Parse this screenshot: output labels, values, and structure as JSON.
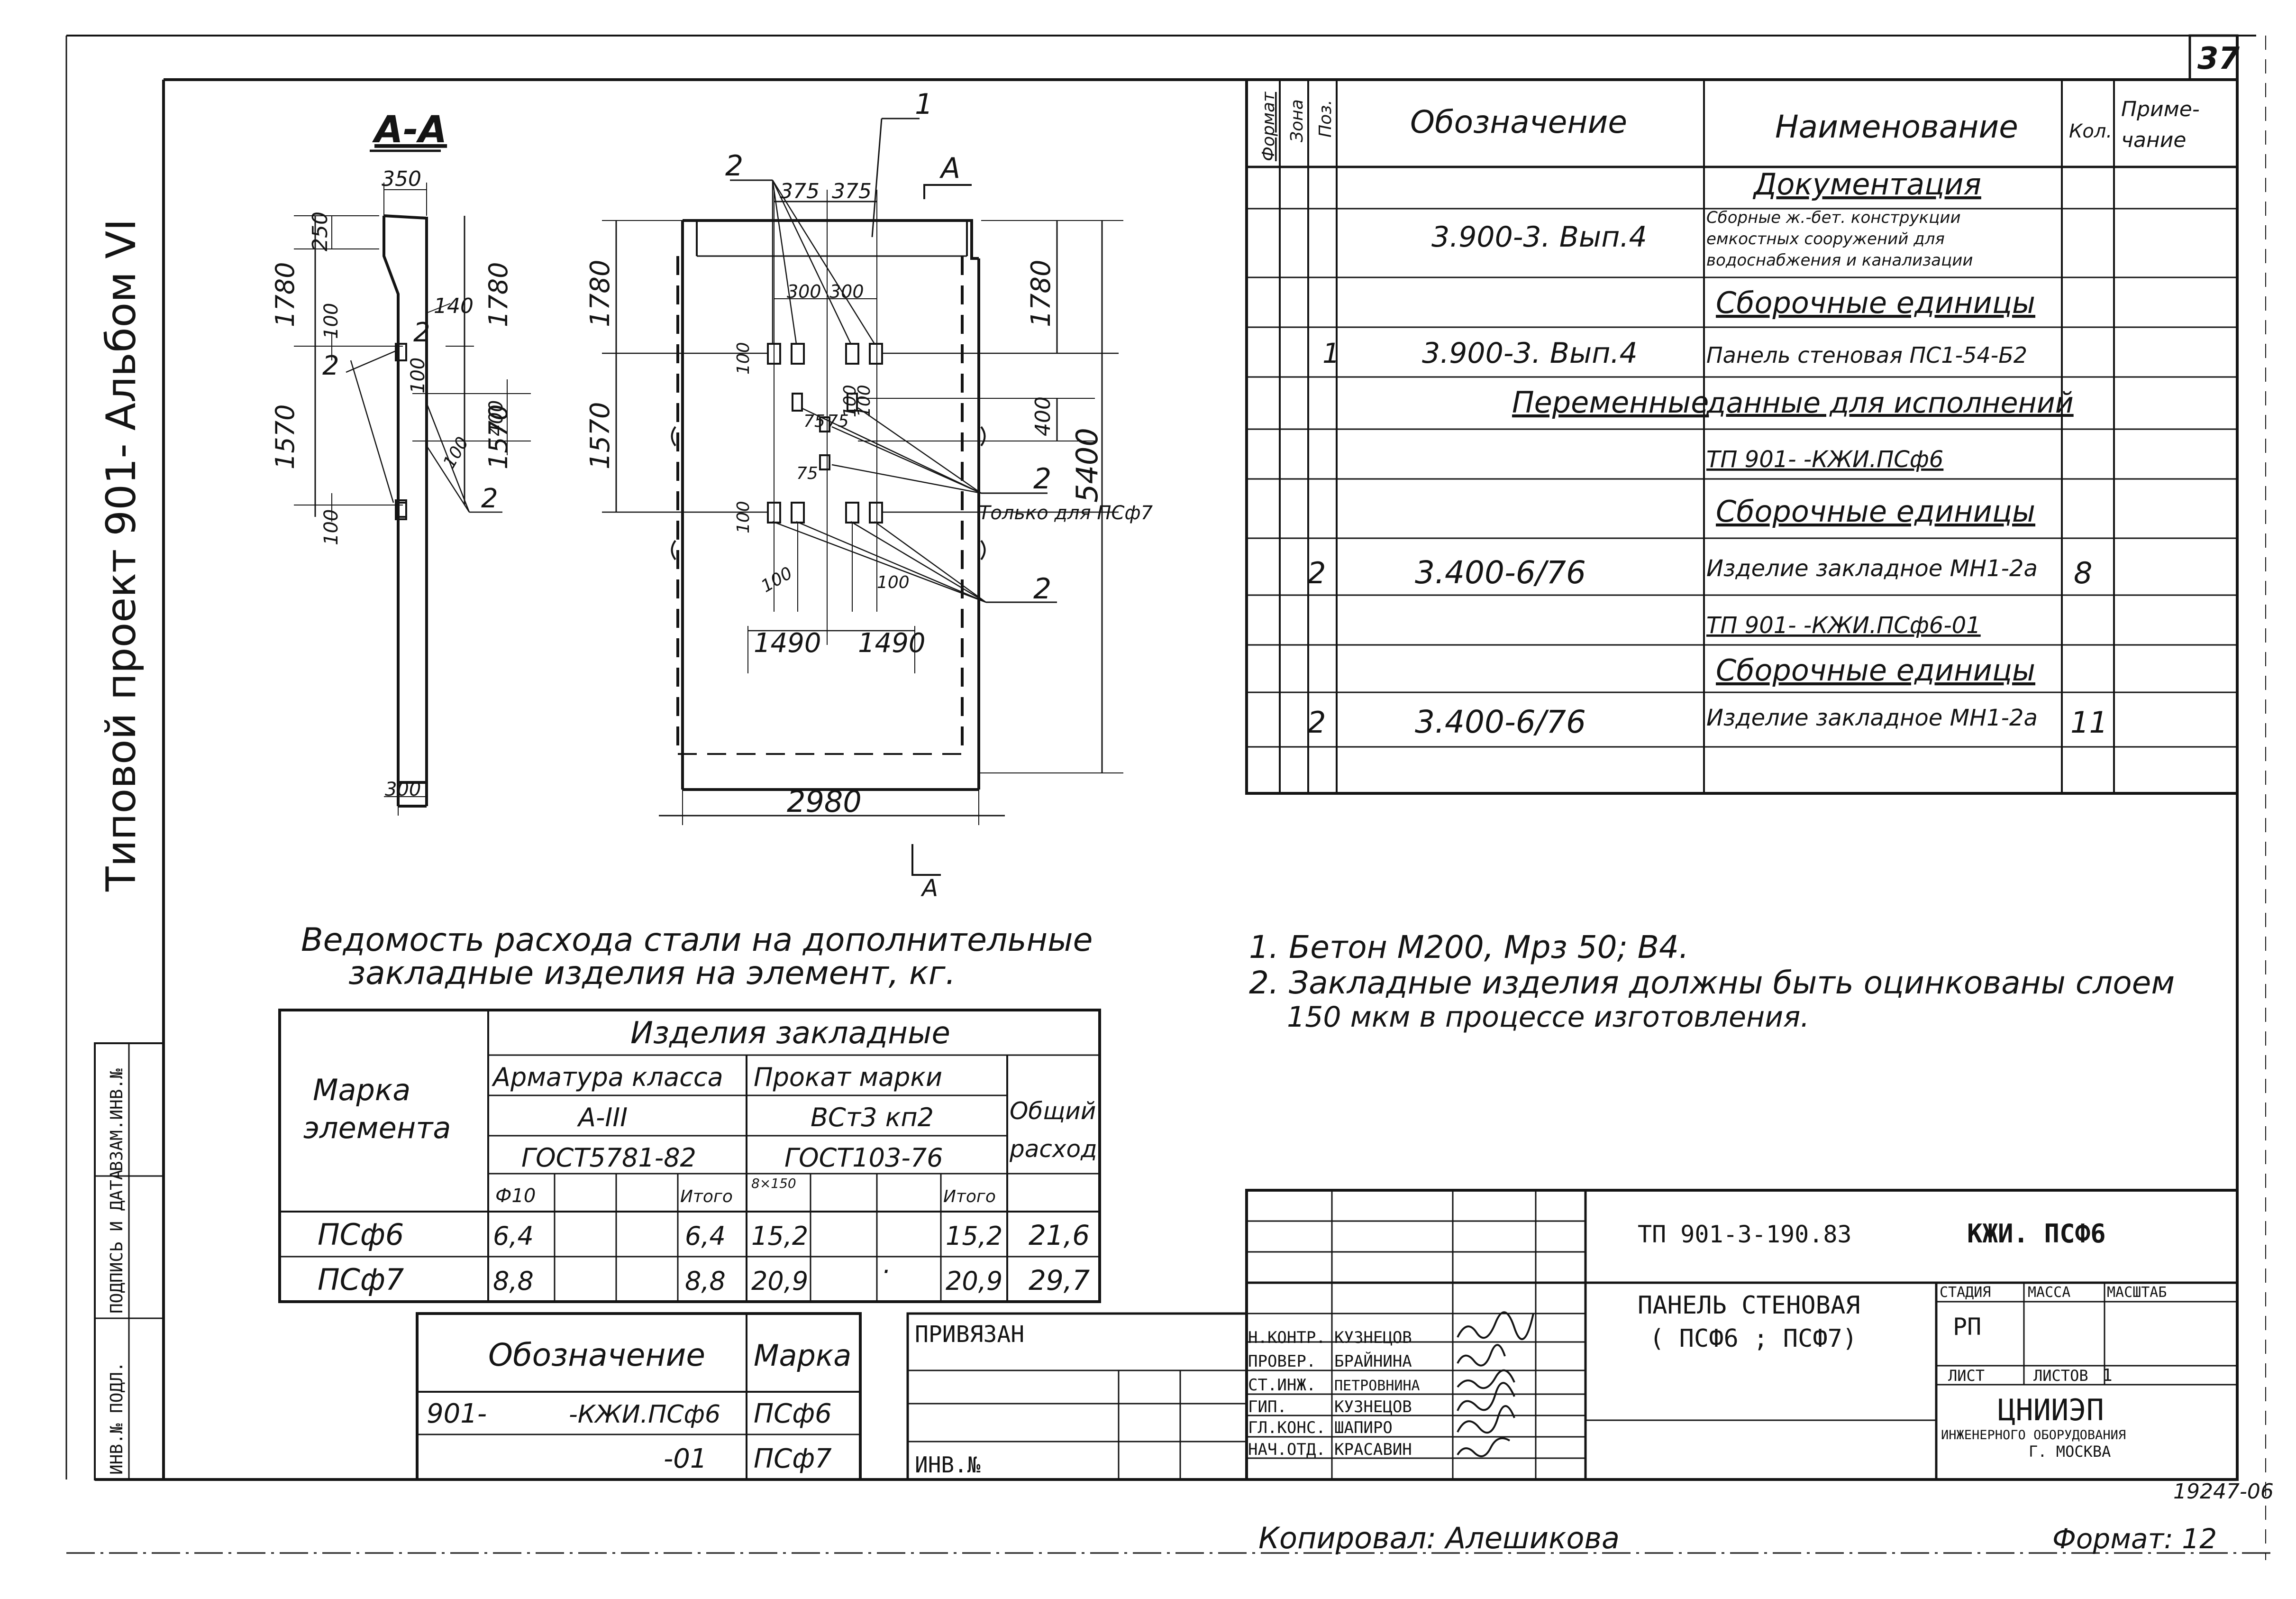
{
  "sheet": {
    "number": "37",
    "album_label": "Типовой проект 901-     Альбом VI",
    "bottom_left_stamp": [
      "ИНВ.№ ПОДЛ.",
      "ПОДПИСЬ И ДАТА",
      "ВЗАМ.ИНВ.№"
    ],
    "archive_number": "19247-06",
    "copied_by": "Копировал: Алешикова",
    "format": "Формат: 12"
  },
  "section_drawing": {
    "title": "А-А",
    "dims": [
      "350",
      "250",
      "1780",
      "100",
      "140",
      "1780",
      "1570",
      "100",
      "400",
      "100",
      "1570",
      "100",
      "300"
    ],
    "leaders": [
      "2",
      "2",
      "2"
    ]
  },
  "elevation_drawing": {
    "dims_top": [
      "375",
      "375"
    ],
    "dims_inner": [
      "300",
      "300",
      "100",
      "100",
      "75",
      "75",
      "75",
      "100",
      "100",
      "100",
      "100"
    ],
    "dims_left": [
      "1780",
      "1570"
    ],
    "dims_right": [
      "1780",
      "400",
      "5400"
    ],
    "dims_bottom": [
      "1490",
      "1490",
      "2980"
    ],
    "callouts": [
      "1",
      "2",
      "2",
      "2"
    ],
    "section_marker": "А",
    "note": "Только для ПСф7"
  },
  "spec_table": {
    "headers": [
      "Формат",
      "Зона",
      "Поз.",
      "Обозначение",
      "Наименование",
      "Кол.",
      "Примечание"
    ],
    "rows": [
      {
        "poz": "",
        "designation": "",
        "name": "Документация",
        "qty": "",
        "kind": "section"
      },
      {
        "poz": "",
        "designation": "3.900-3. Вып.4",
        "name": "Сборные ж.-бет. конструкции емкостных сооружений для водоснабжения и канализации",
        "qty": "",
        "kind": "item"
      },
      {
        "poz": "",
        "designation": "",
        "name": "Сборочные единицы",
        "qty": "",
        "kind": "section"
      },
      {
        "poz": "1",
        "designation": "3.900-3. Вып.4",
        "name": "Панель стеновая ПС1-54-Б2",
        "qty": "",
        "kind": "item"
      },
      {
        "poz": "",
        "designation": "Переменные",
        "name": "данные для исполнений",
        "qty": "",
        "kind": "section"
      },
      {
        "poz": "",
        "designation": "",
        "name": "ТП 901-      -КЖИ.ПСф6",
        "qty": "",
        "kind": "section"
      },
      {
        "poz": "",
        "designation": "",
        "name": "Сборочные единицы",
        "qty": "",
        "kind": "section"
      },
      {
        "poz": "2",
        "designation": "3.400-6/76",
        "name": "Изделие закладное    МН1-2а",
        "qty": "8",
        "kind": "item"
      },
      {
        "poz": "",
        "designation": "",
        "name": "ТП 901-      -КЖИ.ПСф6-01",
        "qty": "",
        "kind": "section"
      },
      {
        "poz": "",
        "designation": "",
        "name": "Сборочные единицы",
        "qty": "",
        "kind": "section"
      },
      {
        "poz": "2",
        "designation": "3.400-6/76",
        "name": "Изделие закладное    МН1-2а",
        "qty": "11",
        "kind": "item"
      },
      {
        "poz": "",
        "designation": "",
        "name": "",
        "qty": "",
        "kind": "item"
      }
    ]
  },
  "notes": {
    "items": [
      "1. Бетон М200, Мрз 50; В4.",
      "2. Закладные изделия должны быть оцинкованы слоем",
      "150 мкм в процессе изготовления."
    ]
  },
  "steel_table": {
    "title_line1": "Ведомость расхода стали на дополнительные",
    "title_line2": "закладные изделия на элемент, кг.",
    "header_group": "Изделия закладные",
    "col_mark": "Марка элемента",
    "armatura": "Арматура класса",
    "armatura_class": "А-III",
    "armatura_gost": "ГОСТ5781-82",
    "prokat": "Прокат марки",
    "prokat_mark": "ВСт3 кп2",
    "prokat_gost": "ГОСТ103-76",
    "total_col": "Общий расход",
    "sub_phi": "Ф10",
    "sub_itogo": "Итого",
    "sub_prof": "8×150",
    "sub_itogo2": "Итого",
    "rows": [
      {
        "mark": "ПСф6",
        "phi": "6,4",
        "itogo": "6,4",
        "prof": "15,2",
        "itogo2": "15,2",
        "total": "21,6",
        "dot": ""
      },
      {
        "mark": "ПСф7",
        "phi": "8,8",
        "itogo": "8,8",
        "prof": "20,9",
        "itogo2": "20,9",
        "total": "29,7",
        "dot": "·"
      }
    ]
  },
  "mark_table": {
    "headers": [
      "Обозначение",
      "Марка"
    ],
    "rows": [
      {
        "prefix": "901-",
        "designation": "-КЖИ.ПСф6",
        "mark": "ПСф6"
      },
      {
        "prefix": "",
        "designation": "-01",
        "mark": "ПСф7"
      }
    ]
  },
  "title_block": {
    "privyazan": "ПРИВЯЗАН",
    "inv_no": "ИНВ.№",
    "roles": [
      {
        "role": "Н.КОНТР.",
        "name": "КУЗНЕЦОВ"
      },
      {
        "role": "ПРОВЕР.",
        "name": "БРАЙНИНА"
      },
      {
        "role": "СТ.ИНЖ.",
        "name": "ПЕТРОВНИНА"
      },
      {
        "role": "ГИП.",
        "name": "КУЗНЕЦОВ"
      },
      {
        "role": "ГЛ.КОНС.",
        "name": "ШАПИРО"
      },
      {
        "role": "НАЧ.ОТД.",
        "name": "КРАСАВИН"
      }
    ],
    "doc_code": "ТП 901-3-190.83",
    "doc_mark": "КЖИ. ПСФ6",
    "title_line1": "ПАНЕЛЬ СТЕНОВАЯ",
    "title_line2": "( ПСФ6 ; ПСФ7)",
    "stage_label": "СТАДИЯ",
    "mass_label": "МАССА",
    "scale_label": "МАСШТАБ",
    "stage": "РП",
    "sheet_label": "ЛИСТ",
    "sheets_label": "ЛИСТОВ",
    "sheets": "1",
    "org_name": "ЦНИИЭП",
    "org_sub": "ИНЖЕНЕРНОГО ОБОРУДОВАНИЯ",
    "org_city": "Г. МОСКВА"
  }
}
